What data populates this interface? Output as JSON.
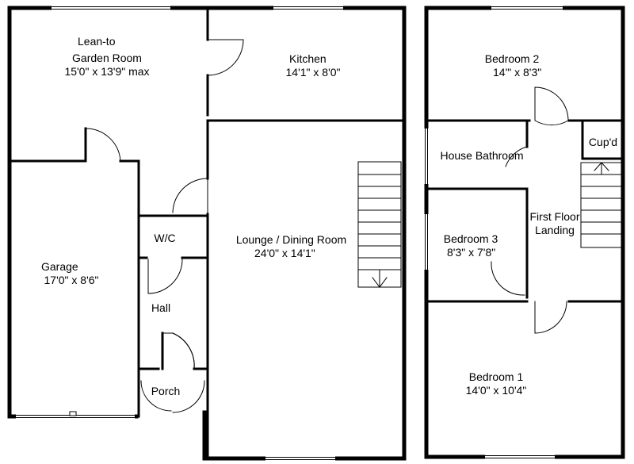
{
  "rooms": {
    "garden_room": {
      "name_line1": "Lean-to",
      "name_line2": "Garden Room",
      "size": "15'0\" x 13'9\" max"
    },
    "kitchen": {
      "name": "Kitchen",
      "size": "14'1\" x 8'0\""
    },
    "garage": {
      "name": "Garage",
      "size": "17'0\" x 8'6\""
    },
    "wc": {
      "name": "W/C"
    },
    "hall": {
      "name": "Hall"
    },
    "porch": {
      "name": "Porch"
    },
    "lounge": {
      "name": "Lounge / Dining Room",
      "size": "24'0\" x 14'1\""
    },
    "bedroom2": {
      "name": "Bedroom 2",
      "size": "14'\" x 8'3\""
    },
    "cupboard": {
      "name": "Cup'd"
    },
    "bathroom": {
      "name": "House Bathroom"
    },
    "landing": {
      "name_line1": "First Floor",
      "name_line2": "Landing"
    },
    "bedroom3": {
      "name": "Bedroom 3",
      "size": "8'3\" x 7'8\""
    },
    "bedroom1": {
      "name": "Bedroom 1",
      "size": "14'0\" x 10'4\""
    }
  }
}
